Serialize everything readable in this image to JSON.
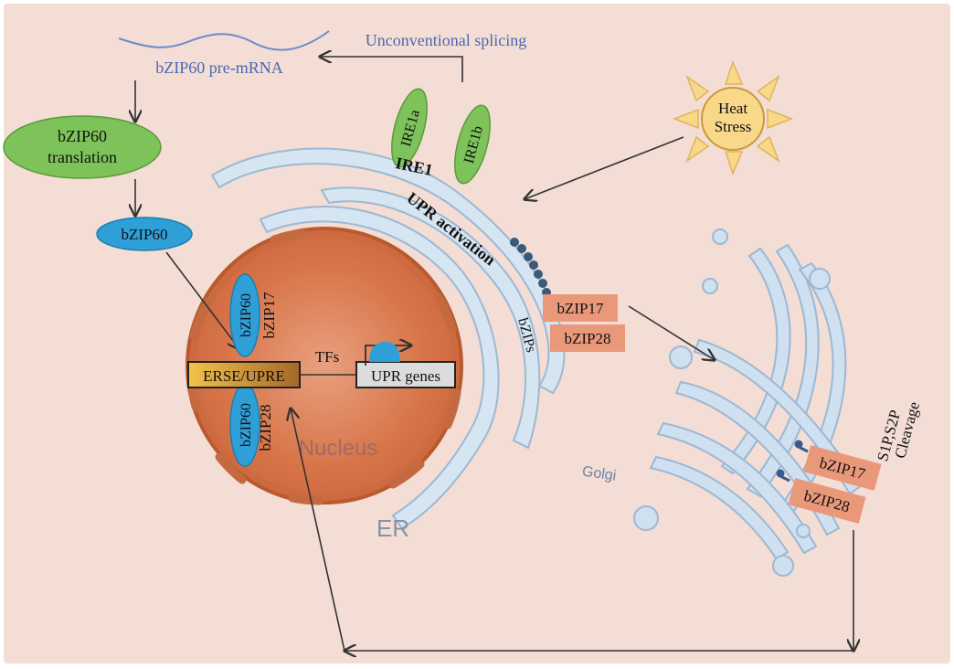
{
  "labels": {
    "pre_mrna": "bZIP60 pre-mRNA",
    "splicing": "Unconventional splicing",
    "translation_line1": "bZIP60",
    "translation_line2": "translation",
    "bzip60": "bZIP60",
    "ire1a": "IRE1a",
    "ire1b": "IRE1b",
    "ire1": "IRE1",
    "upr_activation": "UPR activation",
    "heat_line1": "Heat",
    "heat_line2": "Stress",
    "bzips": "bZIPs",
    "bzip17": "bZIP17",
    "bzip28": "bZIP28",
    "erse": "ERSE/UPRE",
    "tfs": "TFs",
    "upr_genes": "UPR genes",
    "nucleus": "Nucleus",
    "er": "ER",
    "golgi": "Golgi",
    "cleavage_line1": "S1P,S2P",
    "cleavage_line2": "Cleavage"
  },
  "colors": {
    "background": "#f3ddd5",
    "er_fill": "#d6e5f2",
    "er_stroke": "#9cb8d3",
    "nucleus": "#d87747",
    "green": "#7dc35a",
    "blue": "#2f9fd8",
    "orange_box": "#e9987a",
    "erse_box": "#e8b84a",
    "upr_box": "#dcdcdc",
    "sun": "#f9d88a",
    "label_blue": "#4a68b0"
  }
}
